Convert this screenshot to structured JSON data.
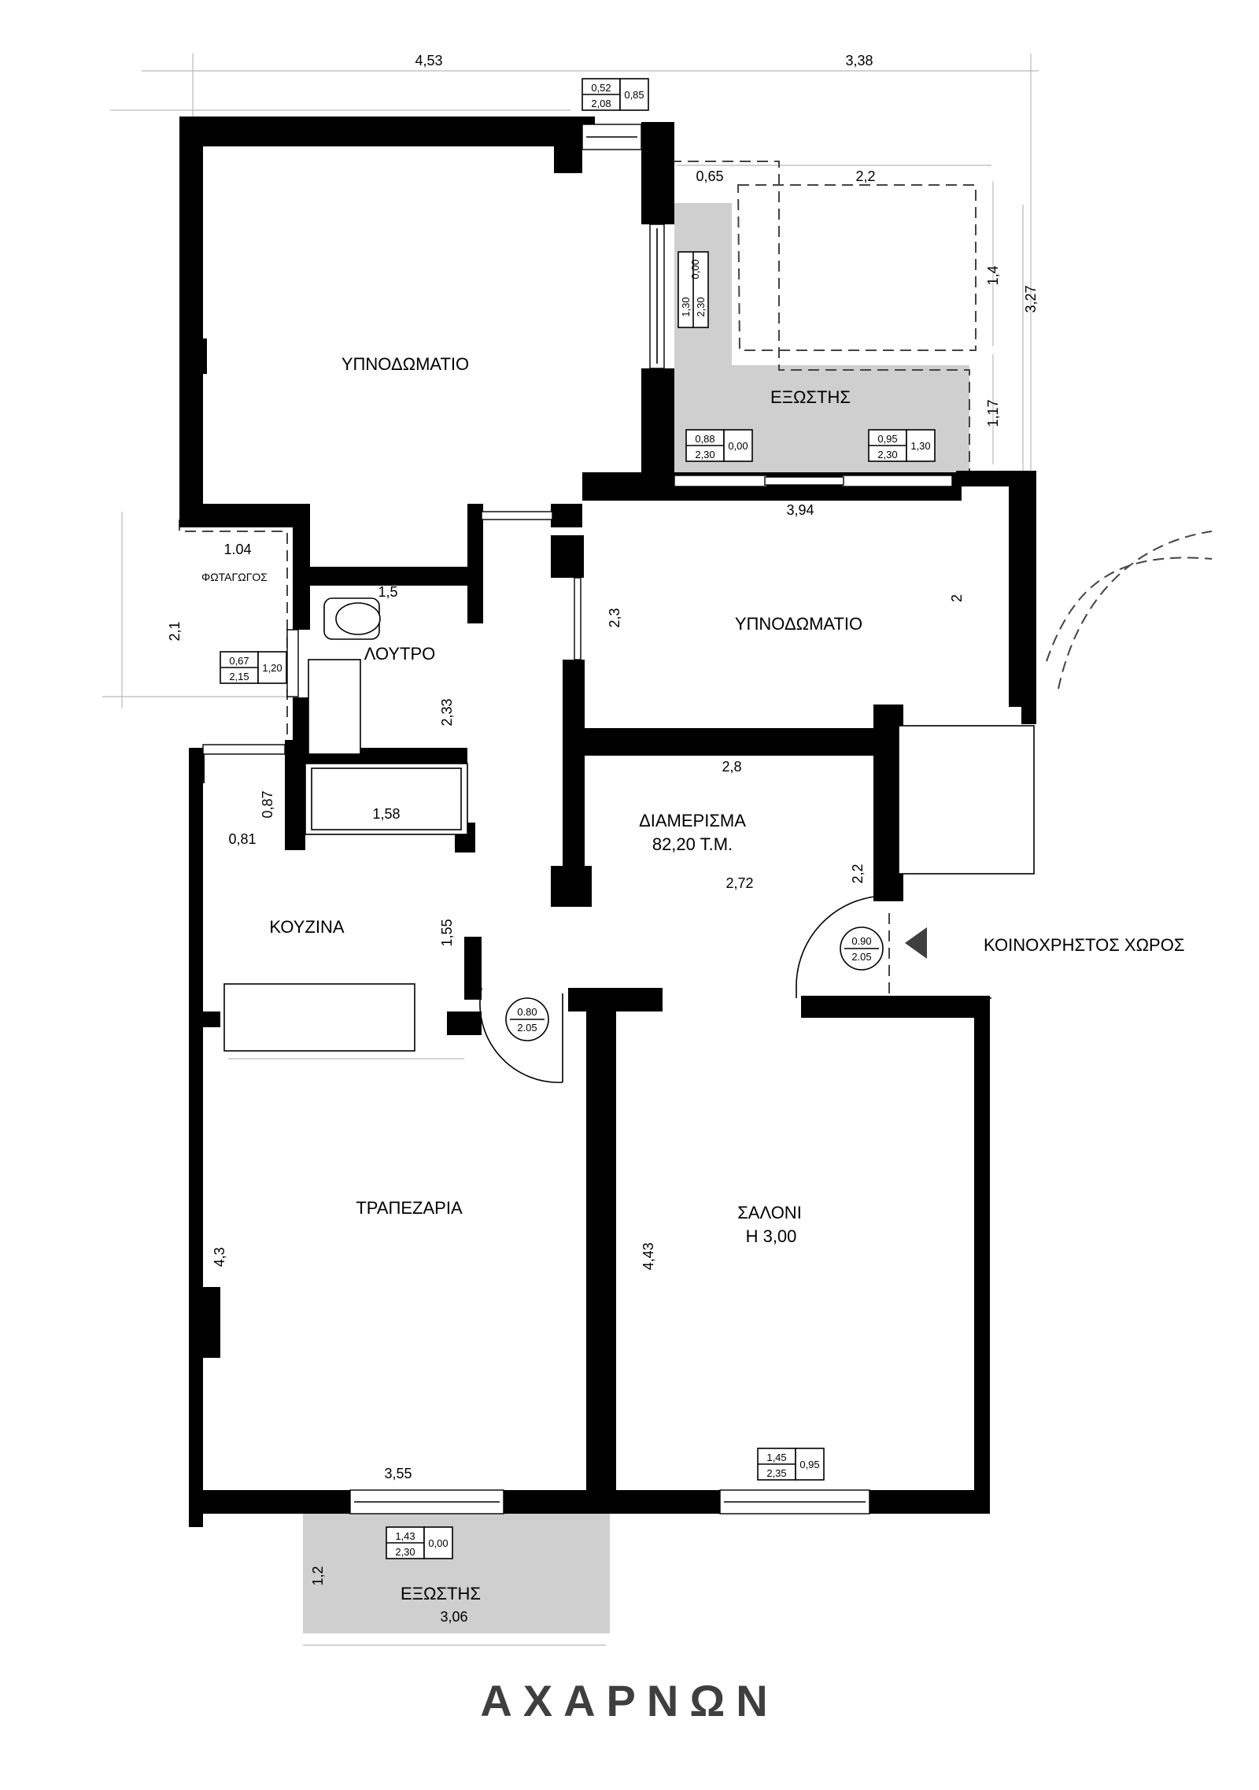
{
  "rooms": {
    "bedroom_1": "ΥΠΝΟΔΩΜΑΤΙΟ",
    "bedroom_2": "ΥΠΝΟΔΩΜΑΤΙΟ",
    "balcony_top": "ΕΞΩΣΤΗΣ",
    "balcony_bottom": "ΕΞΩΣΤΗΣ",
    "lightwell": "ΦΩΤΑΓΩΓΟΣ",
    "bathroom": "ΛΟΥΤΡΟ",
    "kitchen": "ΚΟΥΖΙΝΑ",
    "apartment": "ΔΙΑΜΕΡΙΣΜΑ",
    "apartment_area": "82,20 Τ.Μ.",
    "dining": "ΤΡΑΠΕΖΑΡΙΑ",
    "living": "ΣΑΛΟΝΙ",
    "living_height": "Η 3,00",
    "common_area": "ΚΟΙΝΟΧΡΗΣΤΟΣ ΧΩΡΟΣ"
  },
  "street": "ΑΧΑΡΝΩΝ",
  "dimensions": {
    "top_left": "4,53",
    "top_right": "3,38",
    "balc_w1": "0,65",
    "balc_w2": "2,2",
    "balc_h1": "1,4",
    "balc_h2": "3,27",
    "balc_h3": "1,17",
    "bed2_top": "3,94",
    "bed2_h": "2,3",
    "bed2_right": "2",
    "lightwell_w": "1.04",
    "lightwell_h": "2,1",
    "bath_w": "1,5",
    "bath_h": "2,33",
    "tub_w": "1,58",
    "kitchen_a": "0,87",
    "kitchen_b": "0,81",
    "kitchen_h": "1,55",
    "corr_w1": "2,8",
    "corr_w2": "2,72",
    "corr_h": "2,2",
    "dining_h": "4,3",
    "dining_w": "3,55",
    "living_h": "4,43",
    "balc_bottom_h": "1,2",
    "balc_bottom_w": "3,06"
  },
  "openings": [
    {
      "id": "win_top",
      "w": "0,52",
      "h": "2,08",
      "s": "0,85"
    },
    {
      "id": "door_balc_vert",
      "w": "1,30",
      "h": "2,30",
      "s": "0,00"
    },
    {
      "id": "door_balc_1",
      "w": "0,88",
      "h": "2,30",
      "s": "0,00"
    },
    {
      "id": "door_balc_2",
      "w": "0,95",
      "h": "2,30",
      "s": "1,30"
    },
    {
      "id": "win_lightwell",
      "w": "0,67",
      "h": "2,15",
      "s": "1,20"
    },
    {
      "id": "door_kitchen",
      "w": "0.80",
      "h": "2.05"
    },
    {
      "id": "door_entry",
      "w": "0.90",
      "h": "2.05"
    },
    {
      "id": "win_living",
      "w": "1,45",
      "h": "2,35",
      "s": "0,95"
    },
    {
      "id": "door_balc_bottom",
      "w": "1,43",
      "h": "2,30",
      "s": "0,00"
    }
  ],
  "colors": {
    "wall": "#000000",
    "balcony": "#cfcfcf",
    "street_text": "#3f3f3f"
  }
}
